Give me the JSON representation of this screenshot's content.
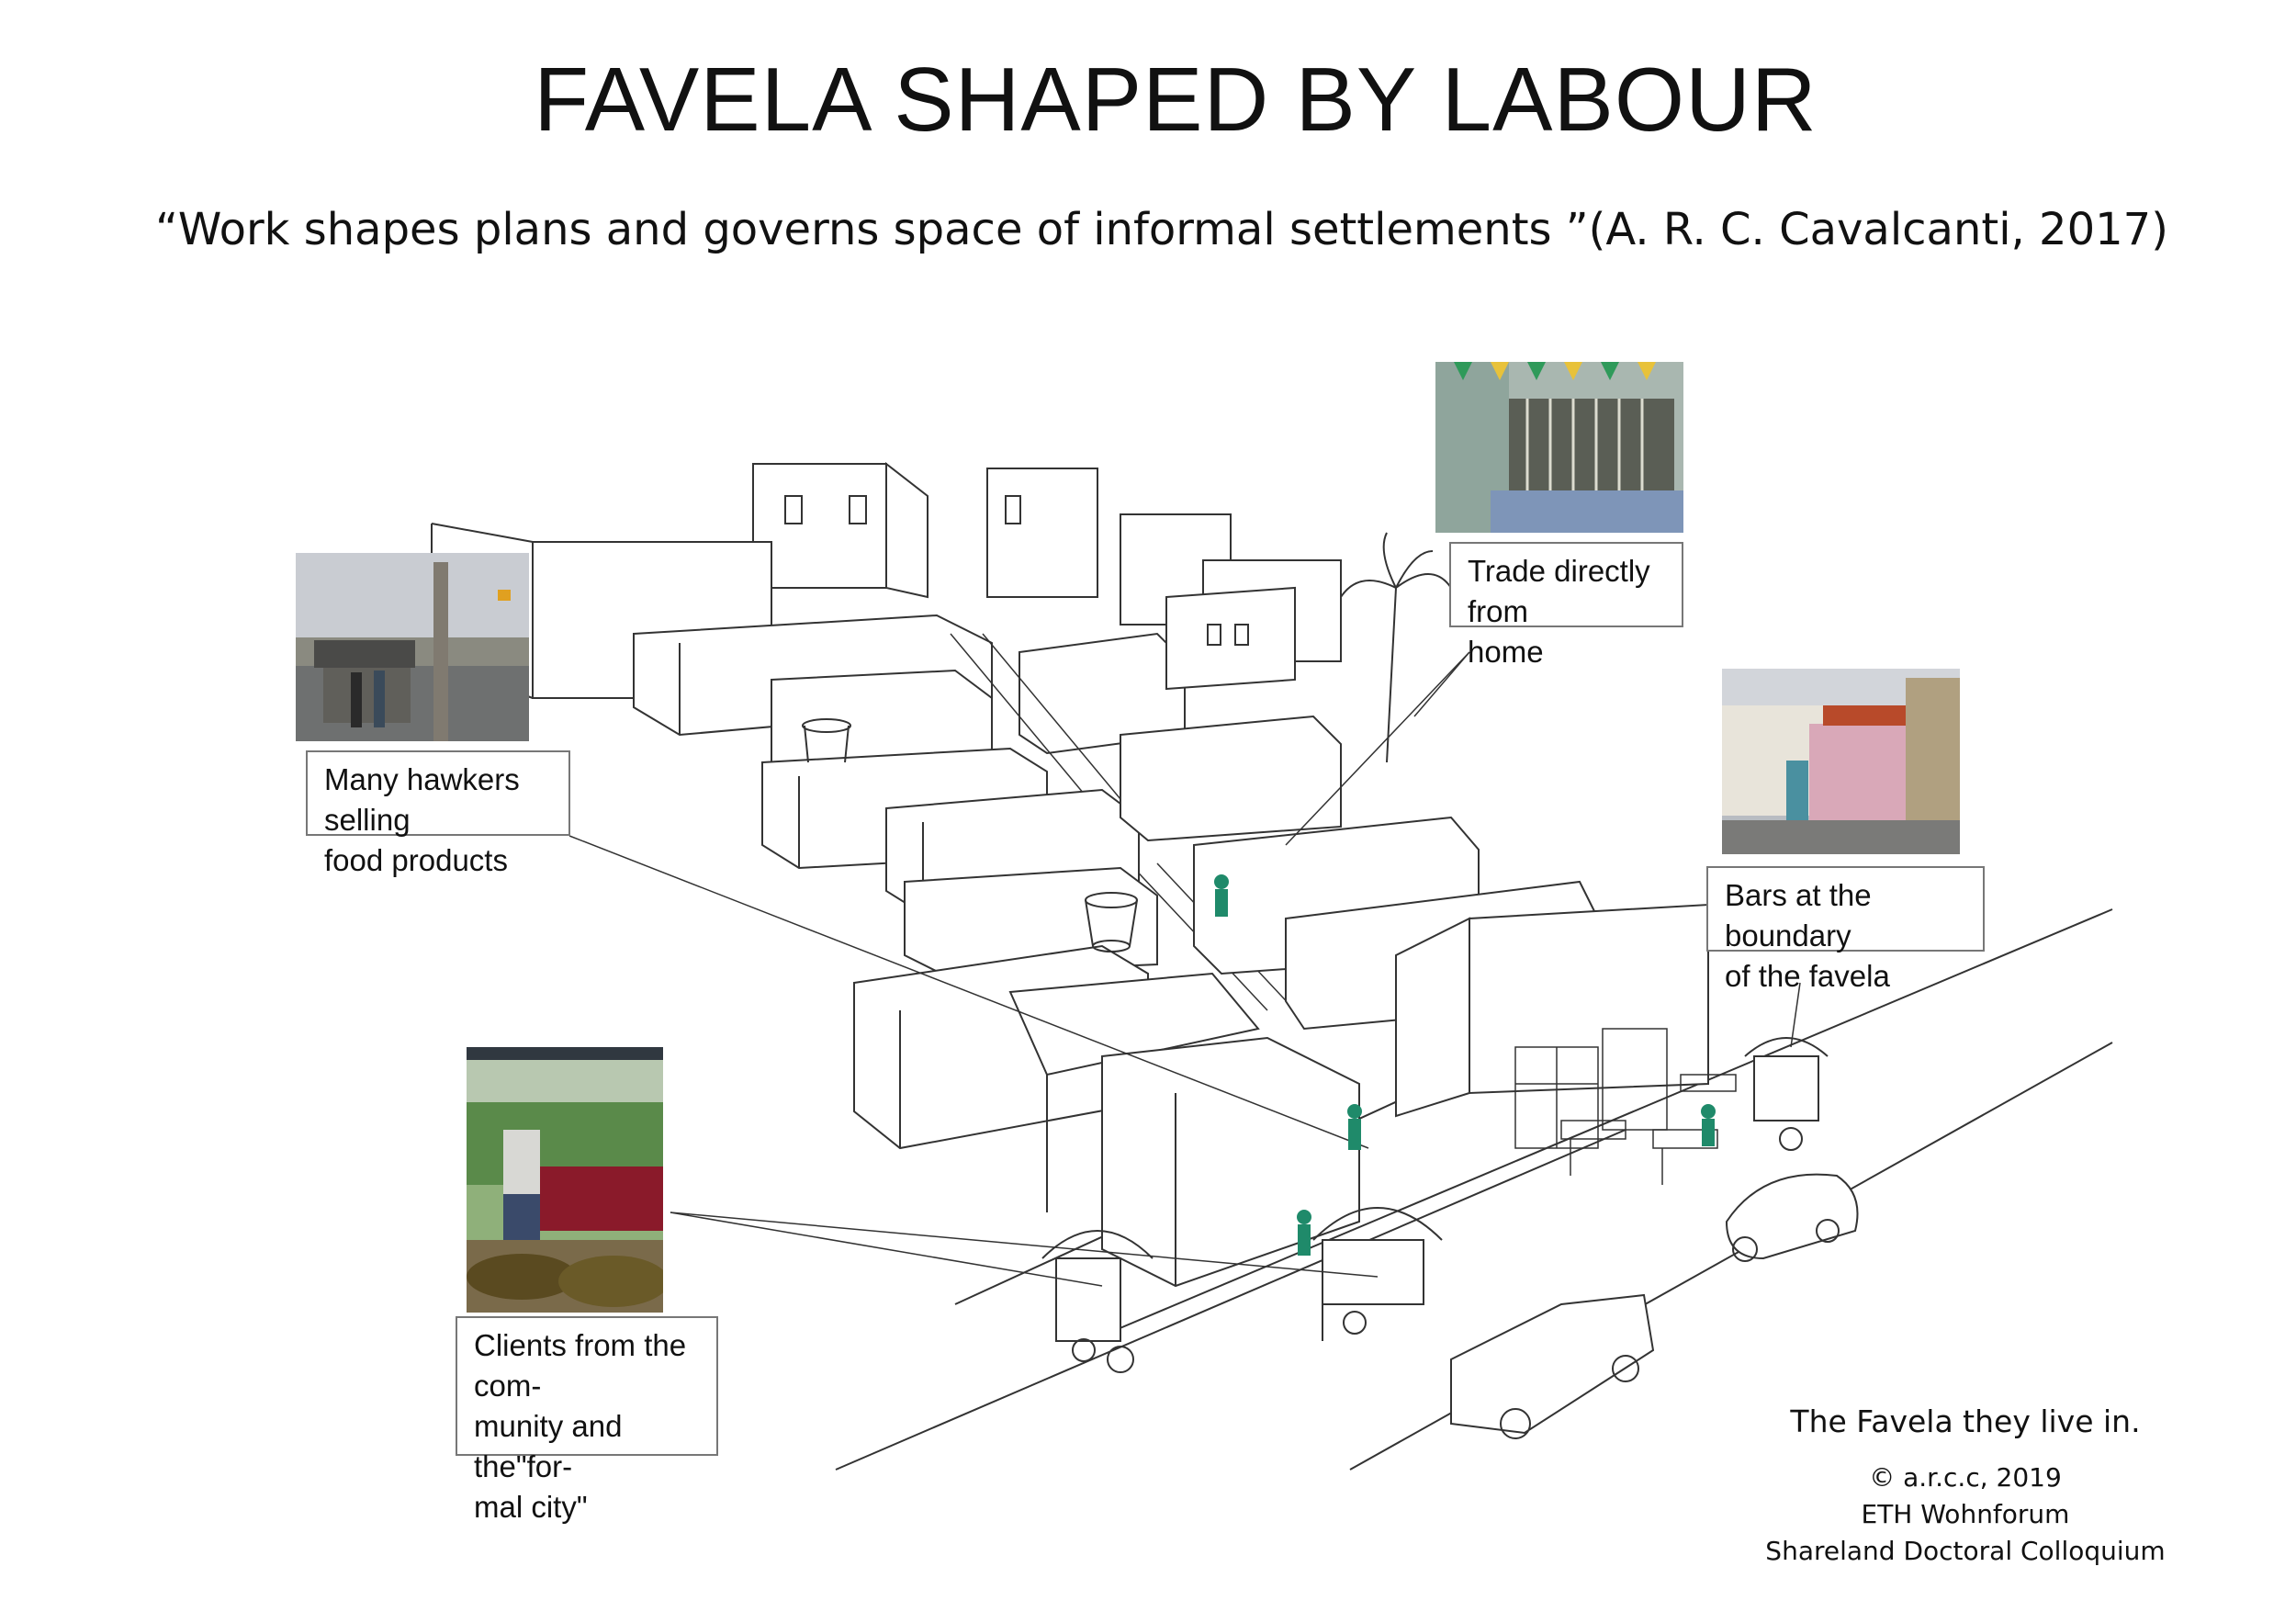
{
  "header": {
    "title": "FAVELA SHAPED BY LABOUR",
    "subtitle": "“Work shapes  plans  and governs space of informal settlements ”(A. R. C. Cavalcanti, 2017)"
  },
  "callouts": {
    "hawkers": "Many hawkers selling\nfood products",
    "home_trade": "Trade directly from\nhome",
    "bars": "Bars at the boundary\nof the favela",
    "clients": "Clients from the com-\nmunity and the\"for-\nmal city\""
  },
  "footer": {
    "caption": "The Favela they  live in.",
    "copyright": "© a.r.c.c, 2019",
    "org": "ETH Wohnforum",
    "event": "Shareland Doctoral Colloquium"
  },
  "colors": {
    "line": "#333333",
    "figure_accent": "#1f8a6a",
    "bunting_green": "#2f9a5a",
    "bunting_yellow": "#e8c23a"
  }
}
